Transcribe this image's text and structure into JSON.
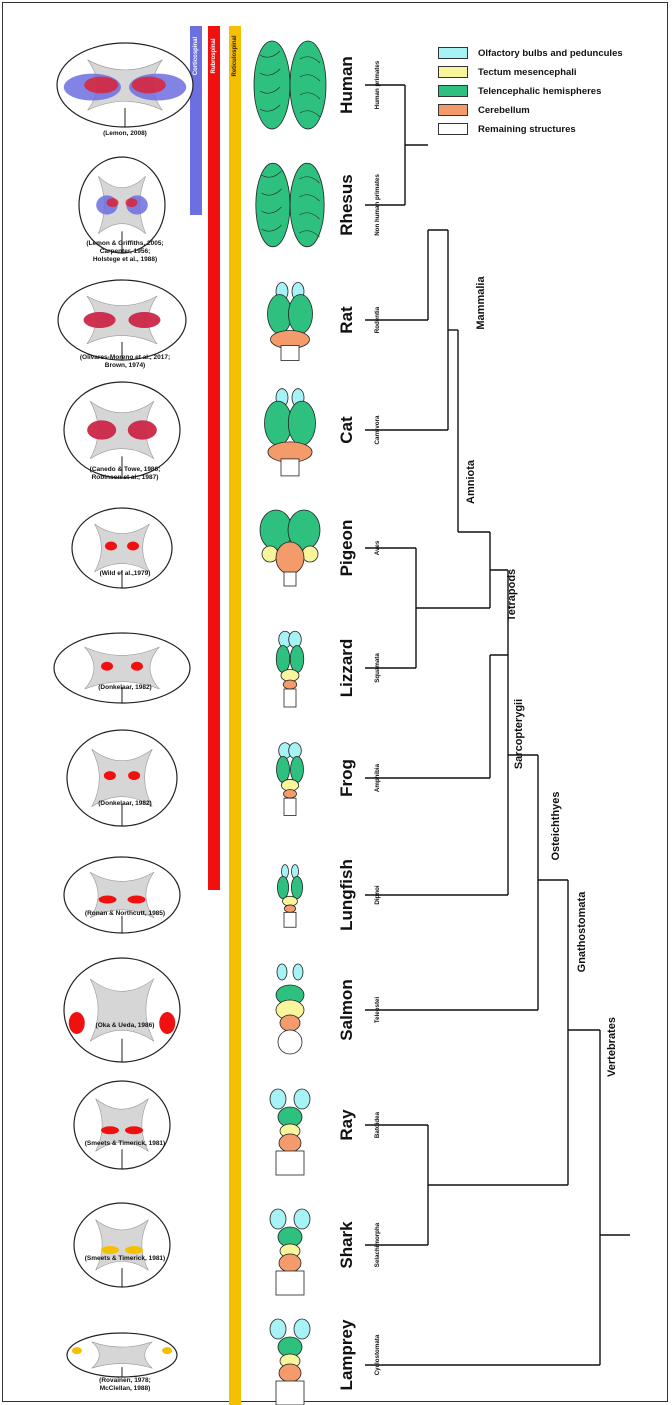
{
  "legend": [
    {
      "label": "Olfactory bulbs and peduncules",
      "color": "#a6f2f5"
    },
    {
      "label": "Tectum mesencephali",
      "color": "#f8f59c"
    },
    {
      "label": "Telencephalic hemispheres",
      "color": "#2ec07f"
    },
    {
      "label": "Cerebellum",
      "color": "#f39b6b"
    },
    {
      "label": "Remaining structures",
      "color": "#ffffff"
    }
  ],
  "tracts": [
    {
      "label": "Corticospinal",
      "color": "#6b6fe0"
    },
    {
      "label": "Rubrospinal",
      "color": "#f01010"
    },
    {
      "label": "Reticulospinal",
      "color": "#f5c000"
    }
  ],
  "species": [
    {
      "name": "Human",
      "order": "Human primates",
      "citation": "(Lemon, 2008)"
    },
    {
      "name": "Rhesus",
      "order": "Non human primates",
      "citation": "(Lemon & Griffiths, 2005;\nCarpenter, 1956;\nHolstege et al., 1988)"
    },
    {
      "name": "Rat",
      "order": "Rodentia",
      "citation": "(Olivares-Moreno et al., 2017;\nBrown, 1974)"
    },
    {
      "name": "Cat",
      "order": "Carnivora",
      "citation": "(Canedo & Towe, 1986;\nRobinson et al., 1987)"
    },
    {
      "name": "Pigeon",
      "order": "Aves",
      "citation": "(Wild et al.,1979)"
    },
    {
      "name": "Lizzard",
      "order": "Squamata",
      "citation": "(Donkelaar, 1982)"
    },
    {
      "name": "Frog",
      "order": "Amphibia",
      "citation": "(Donkelaar, 1982)"
    },
    {
      "name": "Lungfish",
      "order": "Dipnoi",
      "citation": "(Ronan & Northcutt, 1985)"
    },
    {
      "name": "Salmon",
      "order": "Teleostei",
      "citation": "(Oka & Ueda, 1986)"
    },
    {
      "name": "Ray",
      "order": "Batoidea",
      "citation": "(Smeets & Timerick, 1981)"
    },
    {
      "name": "Shark",
      "order": "Selachimorpha",
      "citation": "(Smeets & Timerick, 1981)"
    },
    {
      "name": "Lamprey",
      "order": "Cyclostomata",
      "citation": "(Rovainen, 1978;\nMcClellan, 1988)"
    }
  ],
  "clades": [
    "Mammalia",
    "Amniota",
    "Tetrapods",
    "Sarcopterygii",
    "Osteichthyes",
    "Gnathostomata",
    "Vertebrates"
  ]
}
